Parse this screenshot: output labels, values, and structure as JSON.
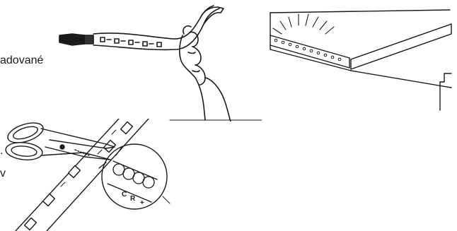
{
  "text": {
    "line1": "adované",
    "line2": ".",
    "line3": "v"
  },
  "illustrations": {
    "peel": {
      "icon": "hand-peeling-led-strip-icon"
    },
    "ceiling": {
      "icon": "led-strip-under-ceiling-cove-icon"
    },
    "cut": {
      "icon": "scissors-cutting-led-strip-icon",
      "pad_labels": [
        "C",
        "R",
        "+"
      ]
    }
  },
  "colors": {
    "line": "#1a1a1a",
    "background": "#ffffff"
  }
}
